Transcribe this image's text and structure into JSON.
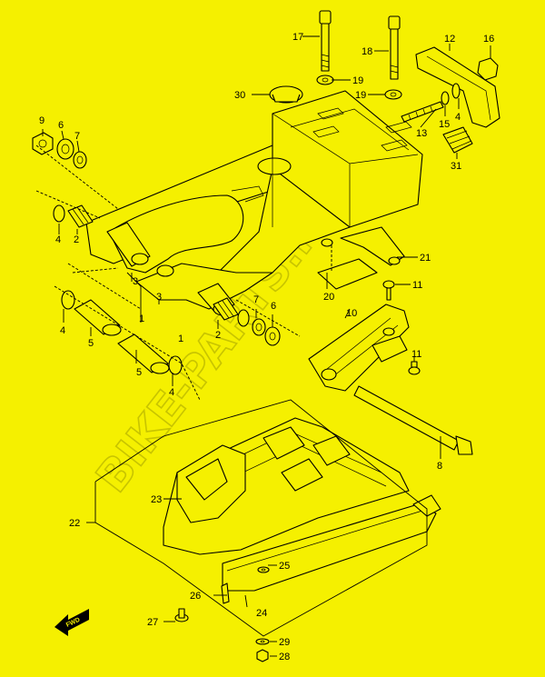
{
  "watermark": "BIKE-PARTS.NET®",
  "fwd_label": "FWD",
  "callouts": {
    "n1a": "1",
    "n1b": "1",
    "n2a": "2",
    "n2b": "2",
    "n3a": "3",
    "n3b": "3",
    "n4a": "4",
    "n4b": "4",
    "n4c": "4",
    "n4d": "4",
    "n5a": "5",
    "n5b": "5",
    "n6a": "6",
    "n6b": "6",
    "n7a": "7",
    "n7b": "7",
    "n8": "8",
    "n9": "9",
    "n10": "10",
    "n11a": "11",
    "n11b": "11",
    "n12": "12",
    "n13": "13",
    "n15": "15",
    "n16": "16",
    "n17": "17",
    "n18": "18",
    "n19a": "19",
    "n19b": "19",
    "n20": "20",
    "n21": "21",
    "n22": "22",
    "n23": "23",
    "n24": "24",
    "n25": "25",
    "n26": "26",
    "n27": "27",
    "n28": "28",
    "n29": "29",
    "n30": "30",
    "n31": "31"
  }
}
